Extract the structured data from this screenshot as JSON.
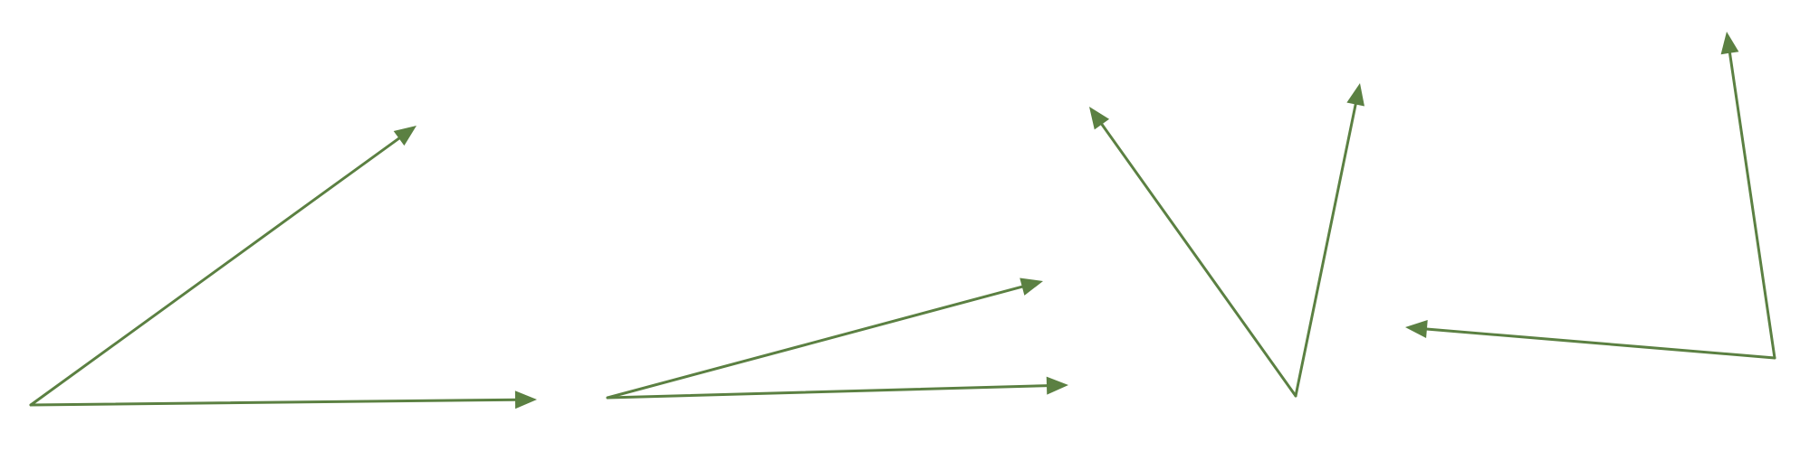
{
  "diagram": {
    "kind": "angle-pairs",
    "color": "#5b8042",
    "groups": [
      {
        "id": "pair-1",
        "arrows": 2
      },
      {
        "id": "pair-2",
        "arrows": 2
      },
      {
        "id": "pair-3",
        "arrows": 2
      },
      {
        "id": "pair-4",
        "arrows": 2
      }
    ]
  }
}
